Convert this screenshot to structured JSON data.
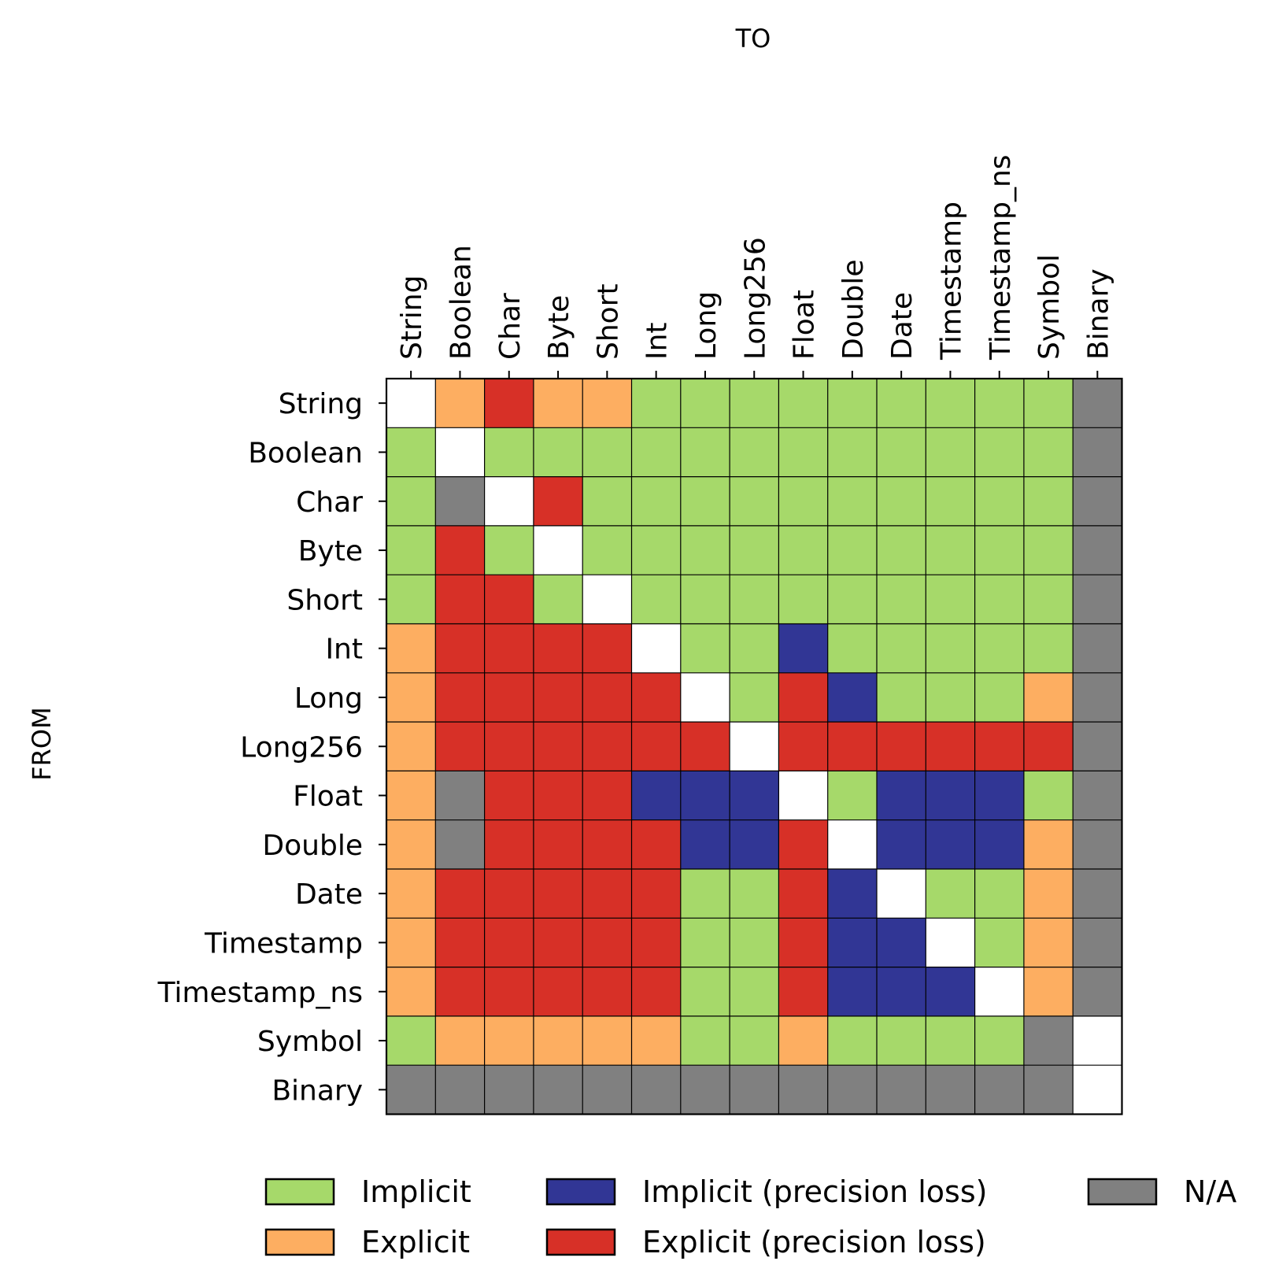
{
  "chart_data": {
    "type": "heatmap",
    "xlabel": "TO",
    "ylabel": "FROM",
    "x_categories": [
      "String",
      "Boolean",
      "Char",
      "Byte",
      "Short",
      "Int",
      "Long",
      "Long256",
      "Float",
      "Double",
      "Date",
      "Timestamp",
      "Timestamp_ns",
      "Symbol",
      "Binary"
    ],
    "y_categories": [
      "String",
      "Boolean",
      "Char",
      "Byte",
      "Short",
      "Int",
      "Long",
      "Long256",
      "Float",
      "Double",
      "Date",
      "Timestamp",
      "Timestamp_ns",
      "Symbol",
      "Binary"
    ],
    "legend": [
      {
        "key": "I",
        "label": "Implicit",
        "color": "#a6d96a"
      },
      {
        "key": "E",
        "label": "Explicit",
        "color": "#fdae61"
      },
      {
        "key": "IP",
        "label": "Implicit (precision loss)",
        "color": "#313695"
      },
      {
        "key": "EP",
        "label": "Explicit (precision loss)",
        "color": "#d73027"
      },
      {
        "key": "NA",
        "label": "N/A",
        "color": "#808080"
      }
    ],
    "same_type_color": "#ffffff",
    "legend_position": "bottom",
    "grid": true,
    "matrix": [
      [
        "-",
        "E",
        "EP",
        "E",
        "E",
        "I",
        "I",
        "I",
        "I",
        "I",
        "I",
        "I",
        "I",
        "I",
        "NA"
      ],
      [
        "I",
        "-",
        "I",
        "I",
        "I",
        "I",
        "I",
        "I",
        "I",
        "I",
        "I",
        "I",
        "I",
        "I",
        "NA"
      ],
      [
        "I",
        "NA",
        "-",
        "EP",
        "I",
        "I",
        "I",
        "I",
        "I",
        "I",
        "I",
        "I",
        "I",
        "I",
        "NA"
      ],
      [
        "I",
        "EP",
        "I",
        "-",
        "I",
        "I",
        "I",
        "I",
        "I",
        "I",
        "I",
        "I",
        "I",
        "I",
        "NA"
      ],
      [
        "I",
        "EP",
        "EP",
        "I",
        "-",
        "I",
        "I",
        "I",
        "I",
        "I",
        "I",
        "I",
        "I",
        "I",
        "NA"
      ],
      [
        "E",
        "EP",
        "EP",
        "EP",
        "EP",
        "-",
        "I",
        "I",
        "IP",
        "I",
        "I",
        "I",
        "I",
        "I",
        "NA"
      ],
      [
        "E",
        "EP",
        "EP",
        "EP",
        "EP",
        "EP",
        "-",
        "I",
        "EP",
        "IP",
        "I",
        "I",
        "I",
        "E",
        "NA"
      ],
      [
        "E",
        "EP",
        "EP",
        "EP",
        "EP",
        "EP",
        "EP",
        "-",
        "EP",
        "EP",
        "EP",
        "EP",
        "EP",
        "EP",
        "NA"
      ],
      [
        "E",
        "NA",
        "EP",
        "EP",
        "EP",
        "IP",
        "IP",
        "IP",
        "-",
        "I",
        "IP",
        "IP",
        "IP",
        "I",
        "NA"
      ],
      [
        "E",
        "NA",
        "EP",
        "EP",
        "EP",
        "EP",
        "IP",
        "IP",
        "EP",
        "-",
        "IP",
        "IP",
        "IP",
        "E",
        "NA"
      ],
      [
        "E",
        "EP",
        "EP",
        "EP",
        "EP",
        "EP",
        "I",
        "I",
        "EP",
        "IP",
        "-",
        "I",
        "I",
        "E",
        "NA"
      ],
      [
        "E",
        "EP",
        "EP",
        "EP",
        "EP",
        "EP",
        "I",
        "I",
        "EP",
        "IP",
        "IP",
        "-",
        "I",
        "E",
        "NA"
      ],
      [
        "E",
        "EP",
        "EP",
        "EP",
        "EP",
        "EP",
        "I",
        "I",
        "EP",
        "IP",
        "IP",
        "IP",
        "-",
        "E",
        "NA"
      ],
      [
        "I",
        "E",
        "E",
        "E",
        "E",
        "E",
        "I",
        "I",
        "E",
        "I",
        "I",
        "I",
        "I",
        "NA",
        "-"
      ],
      [
        "NA",
        "NA",
        "NA",
        "NA",
        "NA",
        "NA",
        "NA",
        "NA",
        "NA",
        "NA",
        "NA",
        "NA",
        "NA",
        "NA",
        "-"
      ]
    ]
  }
}
